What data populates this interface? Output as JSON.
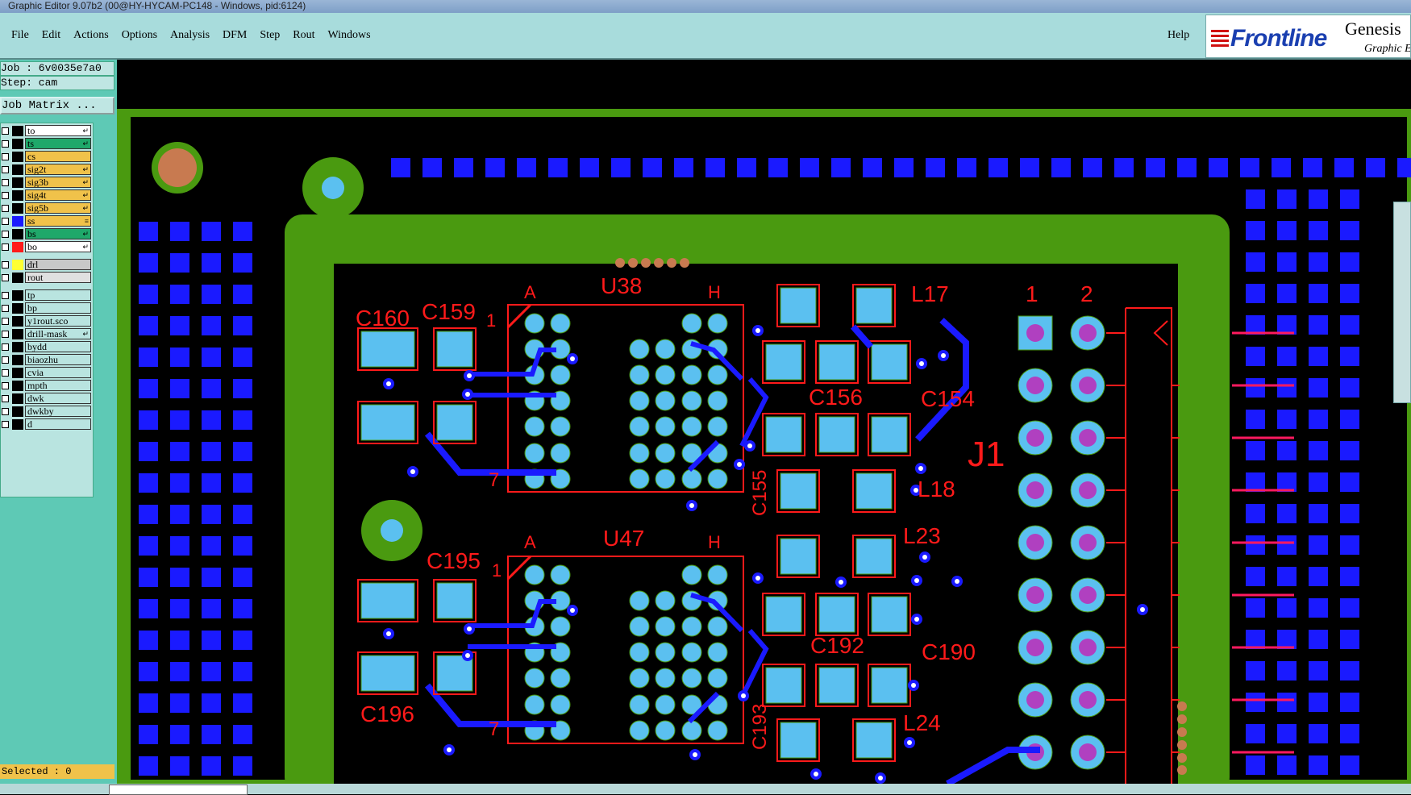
{
  "window": {
    "title": "Graphic Editor 9.07b2 (00@HY-HYCAM-PC148 - Windows, pid:6124)"
  },
  "menu": {
    "items": [
      "File",
      "Edit",
      "Actions",
      "Options",
      "Analysis",
      "DFM",
      "Step",
      "Rout",
      "Windows"
    ],
    "help": "Help"
  },
  "logo": {
    "word": "Frontline",
    "product": "Genesis",
    "subtitle": "Graphic E"
  },
  "job": {
    "job_line": "Job : 6v0035e7a0",
    "step_line": "Step: cam",
    "matrix_button": "Job Matrix ..."
  },
  "layers": [
    {
      "name": "to",
      "color": "#ffffff",
      "swatch": "#000000",
      "flag": "↵"
    },
    {
      "name": "ts",
      "color": "#1fa86a",
      "swatch": "#000000",
      "flag": "↵"
    },
    {
      "name": "cs",
      "color": "#f0c24a",
      "swatch": "#000000",
      "flag": ""
    },
    {
      "name": "sig2t",
      "color": "#f0c24a",
      "swatch": "#000000",
      "flag": "↵"
    },
    {
      "name": "sig3b",
      "color": "#f0c24a",
      "swatch": "#000000",
      "flag": "↵"
    },
    {
      "name": "sig4t",
      "color": "#f0c24a",
      "swatch": "#000000",
      "flag": "↵"
    },
    {
      "name": "sig5b",
      "color": "#f0c24a",
      "swatch": "#000000",
      "flag": "↵"
    },
    {
      "name": "ss",
      "color": "#f0c24a",
      "swatch": "#1a1aff",
      "flag": "≡"
    },
    {
      "name": "bs",
      "color": "#1fa86a",
      "swatch": "#000000",
      "flag": "↵"
    },
    {
      "name": "bo",
      "color": "#ffffff",
      "swatch": "#ff1a1a",
      "flag": "↵"
    },
    {
      "name": "drl",
      "color": "#c8c8c8",
      "swatch": "#ffff33",
      "flag": ""
    },
    {
      "name": "rout",
      "color": "#e0e0e0",
      "swatch": "#000000",
      "flag": ""
    },
    {
      "name": "tp",
      "color": "#b9e4e0",
      "swatch": "#000000",
      "flag": ""
    },
    {
      "name": "bp",
      "color": "#b9e4e0",
      "swatch": "#000000",
      "flag": ""
    },
    {
      "name": "y1rout.sco",
      "color": "#b9e4e0",
      "swatch": "#000000",
      "flag": ""
    },
    {
      "name": "drill-mask",
      "color": "#b9e4e0",
      "swatch": "#000000",
      "flag": "↵"
    },
    {
      "name": "bydd",
      "color": "#b9e4e0",
      "swatch": "#000000",
      "flag": ""
    },
    {
      "name": "biaozhu",
      "color": "#b9e4e0",
      "swatch": "#000000",
      "flag": ""
    },
    {
      "name": "cvia",
      "color": "#b9e4e0",
      "swatch": "#000000",
      "flag": ""
    },
    {
      "name": "mpth",
      "color": "#b9e4e0",
      "swatch": "#000000",
      "flag": ""
    },
    {
      "name": "dwk",
      "color": "#b9e4e0",
      "swatch": "#000000",
      "flag": ""
    },
    {
      "name": "dwkby",
      "color": "#b9e4e0",
      "swatch": "#000000",
      "flag": ""
    },
    {
      "name": "d",
      "color": "#b9e4e0",
      "swatch": "#000000",
      "flag": ""
    }
  ],
  "status": {
    "selected": "Selected : 0"
  },
  "board_labels": {
    "u38": "U38",
    "u47": "U47",
    "a1": "A",
    "h1": "H",
    "a2": "A",
    "h2": "H",
    "c160": "C160",
    "c159": "C159",
    "c195": "C195",
    "c196": "C196",
    "c156": "C156",
    "c154": "C154",
    "c155": "C155",
    "c192": "C192",
    "c190": "C190",
    "c193": "C193",
    "l17": "L17",
    "l18": "L18",
    "l23": "L23",
    "l24": "L24",
    "j1": "J1",
    "pin1": "1",
    "pin2": "2",
    "one_a": "1",
    "one_b": "1",
    "seven_a": "7",
    "seven_b": "7"
  },
  "colors": {
    "board": "#4a9a10",
    "pad": "#5bc0f0",
    "trace": "#1a1aff",
    "silk": "#ff1a1a",
    "pth": "#b040c0"
  }
}
